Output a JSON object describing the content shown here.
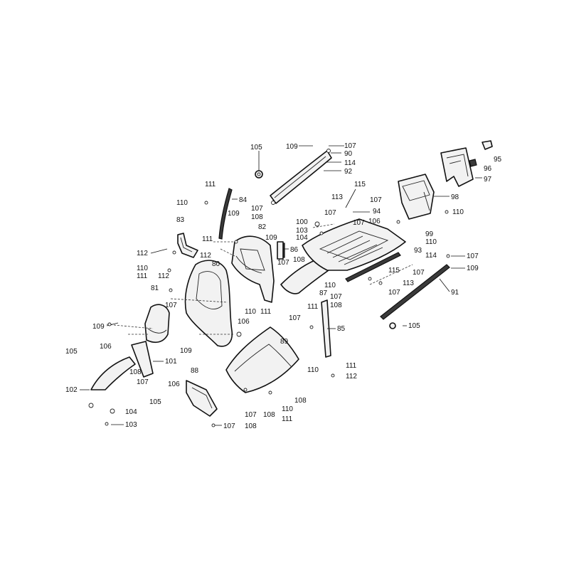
{
  "callouts": {
    "c105_top": "105",
    "c109_top": "109",
    "c107_top": "107",
    "c90": "90",
    "c114_top": "114",
    "c92": "92",
    "c111_a": "111",
    "c110_a": "110",
    "c84": "84",
    "c113_a": "113",
    "c107_b": "107",
    "c108_a": "108",
    "c107_c": "107",
    "c109_a": "109",
    "c82": "82",
    "c83": "83",
    "c111_b": "111",
    "c112_a": "112",
    "c112_b": "112",
    "c80": "80",
    "c110_b": "110",
    "c111_c": "111",
    "c112_c": "112",
    "c109_b": "109",
    "c86": "86",
    "c107_d": "107",
    "c108_b": "108",
    "c115_top": "115",
    "c107_e": "107",
    "c94": "94",
    "c100": "100",
    "c103_a": "103",
    "c104_a": "104",
    "c107_f": "107",
    "c106_a": "106",
    "c95": "95",
    "c96": "96",
    "c97": "97",
    "c98": "98",
    "c110_c": "110",
    "c99": "99",
    "c110_d": "110",
    "c93": "93",
    "c114_b": "114",
    "c107_g": "107",
    "c109_c": "109",
    "c115_b": "115",
    "c107_h": "107",
    "c113_b": "113",
    "c107_i": "107",
    "c91": "91",
    "c110_e": "110",
    "c87": "87",
    "c107_j": "107",
    "c108_c": "108",
    "c81": "81",
    "c107_k": "107",
    "c110_f": "110",
    "c111_d": "111",
    "c106_b": "106",
    "c109_d": "109",
    "c111_e": "111",
    "c85": "85",
    "c110_g": "110",
    "c111_f": "111",
    "c112_d": "112",
    "c105_b": "105",
    "c107_l": "107",
    "c89": "89",
    "c109_e": "109",
    "c105_c": "105",
    "c106_c": "106",
    "c101": "101",
    "c108_d": "108",
    "c107_m": "107",
    "c106_d": "106",
    "c102": "102",
    "c105_d": "105",
    "c104_b": "104",
    "c103_b": "103",
    "c88": "88",
    "c107_n": "107",
    "c108_e": "108",
    "c107_o": "107",
    "c108_f": "108",
    "c110_h": "110",
    "c111_g": "111",
    "c108_g": "108"
  }
}
